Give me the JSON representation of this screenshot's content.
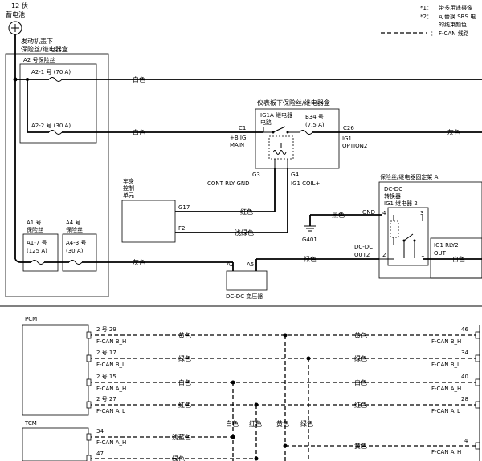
{
  "battery": {
    "voltage": "12 伏",
    "name": "蓄电池"
  },
  "legend": {
    "note1_mark": "*1：",
    "note1": "带多用途摄像",
    "note2_mark": "*2：",
    "note2_a": "可替换 SRS 电",
    "note2_b": "的线束颜色",
    "fcan_mark": "：",
    "fcan": "F-CAN 线路"
  },
  "underhood_box": {
    "title_1": "发动机盖下",
    "title_2": "保险丝/继电器盒",
    "a2_group": "A2 号保险丝",
    "a2_1": "A2-1 号 (70 A)",
    "a2_2": "A2-2 号 (30 A)",
    "a1_1": "A1 号",
    "a1_2": "保险丝",
    "a1_7": "A1-7 号",
    "a1_7_rating": "(125 A)",
    "a4_1": "A4 号",
    "a4_2": "保险丝",
    "a4_3": "A4-3 号",
    "a4_3_rating": "(30 A)"
  },
  "dash_box": {
    "title": "仪表板下保险丝/继电器盒",
    "relay_1": "IG1A 继电器",
    "relay_2": "电路",
    "fuse_1": "B34 号",
    "fuse_2": "(7.5 A)",
    "c1": "C1",
    "c1_l1": "+B IG",
    "c1_l2": "MAIN",
    "c26": "C26",
    "c26_l1": "IG1",
    "c26_l2": "OPTION2",
    "g3": "G3",
    "g3_l": "CONT RLY GND",
    "g4": "G4",
    "g4_l": "IG1 COIL+"
  },
  "body_unit": {
    "l1": "车身",
    "l2": "控制",
    "l3": "单元",
    "g17": "G17",
    "f2": "F2"
  },
  "right_box": {
    "title": "保险丝/继电器固定架 A",
    "c1": "DC-DC",
    "c2": "转换器",
    "c3": "IG1 继电器 2",
    "gnd": "GND",
    "p4": "4",
    "p3": "3",
    "p2": "2",
    "p1": "1",
    "out2_1": "DC-DC",
    "out2_2": "OUT2",
    "rly_1": "IG1 RLY2",
    "rly_2": "OUT"
  },
  "ground": "G401",
  "converter": {
    "name": "DC-DC 变压器",
    "a2": "A2",
    "a5": "A5"
  },
  "colors": {
    "white": "白色",
    "gray": "灰色",
    "red": "红色",
    "lightgreen": "浅绿色",
    "green": "绿色",
    "black": "黑色",
    "yellow": "黄色",
    "lightblue": "浅蓝色"
  },
  "pcm": {
    "name": "PCM",
    "p29": "2 号 29",
    "p17": "2 号 17",
    "p15": "2 号 15",
    "p27": "2 号 27",
    "cb_h": "F-CAN B_H",
    "cb_l": "F-CAN B_L",
    "ca_h": "F-CAN A_H",
    "ca_l": "F-CAN A_L"
  },
  "tcm": {
    "name": "TCM",
    "p34": "34",
    "p47": "47",
    "ca_h": "F-CAN A_H"
  },
  "right_conn": {
    "p46": "46",
    "p34": "34",
    "p40": "40",
    "p28": "28",
    "p4": "4",
    "cb_h": "F-CAN B_H",
    "cb_l": "F-CAN B_L",
    "ca_h": "F-CAN A_H",
    "ca_l": "F-CAN A_L",
    "ca_h2": "F-CAN A_H"
  }
}
